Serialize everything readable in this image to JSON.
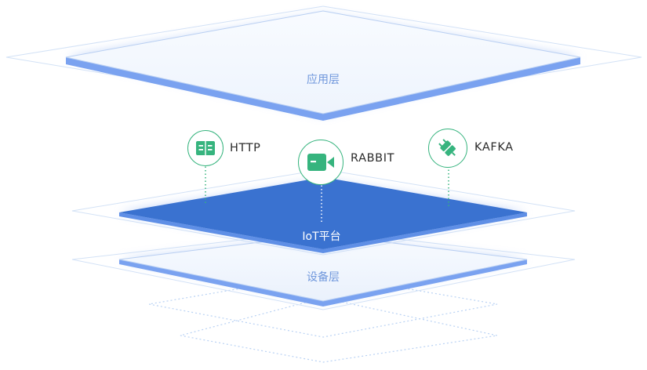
{
  "layers": {
    "application": "应用层",
    "platform": "IoT平台",
    "device": "设备层"
  },
  "protocols": [
    {
      "name": "HTTP",
      "icon": "book-icon"
    },
    {
      "name": "RABBIT",
      "icon": "video-camera-icon"
    },
    {
      "name": "KAFKA",
      "icon": "plug-icon"
    }
  ],
  "colors": {
    "platform_fill": "#3a72d0",
    "layer_edge": "#7aa2f0",
    "outline": "#c7d9f2",
    "icon_green": "#36b47e"
  }
}
